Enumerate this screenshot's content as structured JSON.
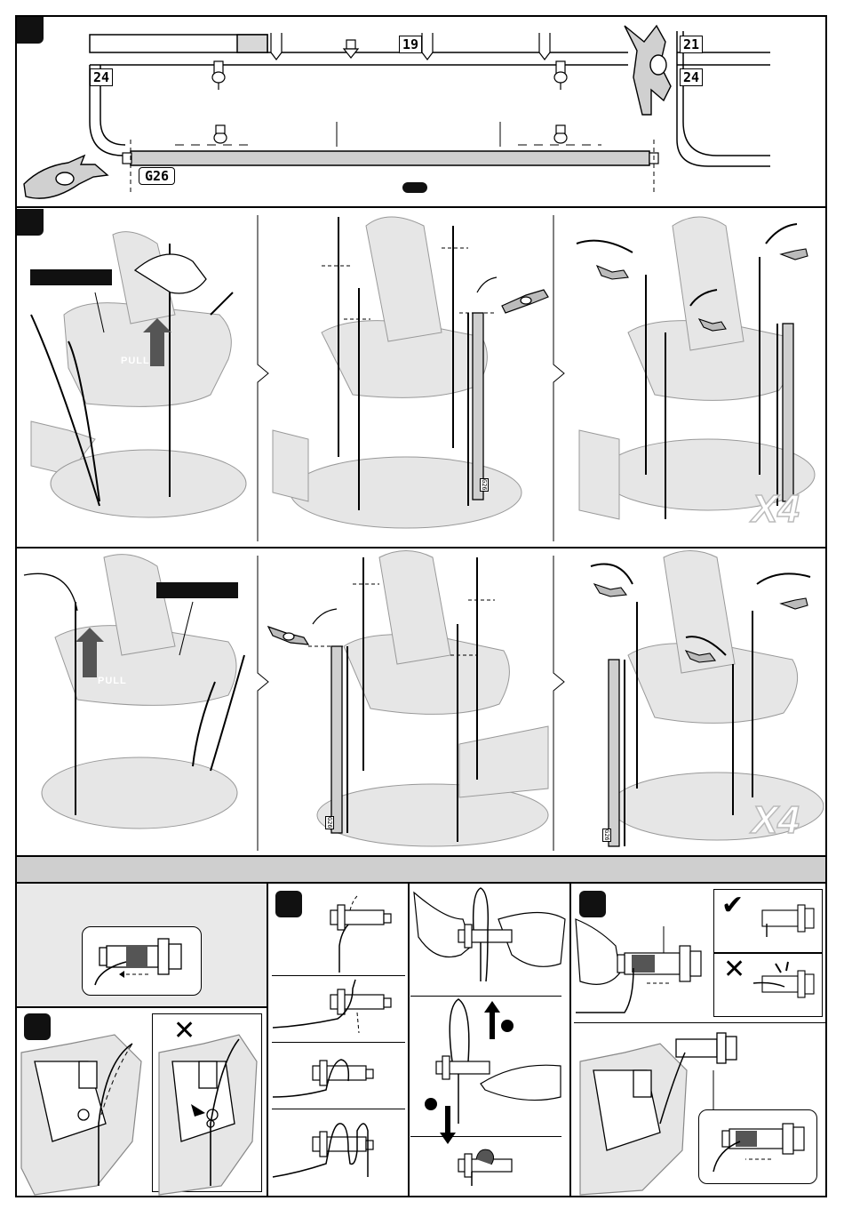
{
  "top_section": {
    "labels": {
      "label_19": "19",
      "label_21": "21",
      "label_24_left": "24",
      "label_24_right": "24",
      "label_g26": "G26"
    },
    "icons": [
      "cutter-pliers-icon",
      "rail-bracket-icon",
      "tape-pill-icon"
    ]
  },
  "routing_section": {
    "pull_text_1": "PULL",
    "pull_text_2": "PULL",
    "repeat_1": "X4",
    "repeat_2": "X4",
    "part_label_g26_a": "G26",
    "part_label_g26_b": "G26",
    "part_label_g26_c": "G26"
  },
  "bottom_section": {
    "ok_symbol": "✔",
    "wrong_symbol_1": "✕",
    "wrong_symbol_2": "✕"
  },
  "colors": {
    "ink": "#111111",
    "part_fill": "#e6e6e6",
    "band_grey": "#cfcfcf",
    "panel_grey": "#e9e9e9"
  }
}
